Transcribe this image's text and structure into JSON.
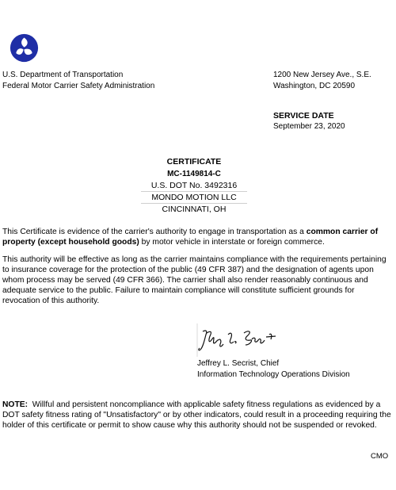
{
  "header": {
    "logo_icon": "usdot-logo-icon",
    "agency": [
      "U.S. Department of Transportation",
      "Federal Motor Carrier Safety Administration"
    ],
    "address": [
      "1200 New Jersey Ave., S.E.",
      "Washington, DC 20590"
    ]
  },
  "service": {
    "label": "SERVICE DATE",
    "date": "September 23, 2020"
  },
  "certificate": {
    "title": "CERTIFICATE",
    "number": "MC-1149814-C",
    "dot": "U.S. DOT No. 3492316",
    "company": "MONDO MOTION LLC",
    "location": "CINCINNATI, OH"
  },
  "body": {
    "p1_start": "This Certificate is evidence of the carrier's authority to engage in transportation as a ",
    "p1_bold": "common carrier of property (except household goods)",
    "p1_end": " by motor vehicle in interstate or foreign commerce.",
    "p2": "This authority will be effective as long as the carrier maintains compliance with the requirements pertaining to insurance coverage for the protection of the public (49 CFR 387) and the designation of agents upon whom process may be served (49 CFR 366). The carrier shall also render reasonably continuous and adequate service to the public. Failure to maintain compliance will constitute sufficient grounds for revocation of this authority."
  },
  "signature": {
    "handwritten": "Jeffrey L. Secrist",
    "name": "Jeffrey L. Secrist, Chief",
    "title": "Information Technology Operations Division"
  },
  "note": {
    "label": "NOTE:",
    "text": "  Willful and persistent noncompliance with applicable safety fitness regulations as evidenced by a DOT safety fitness rating of \"Unsatisfactory\" or by other indicators, could result in a proceeding requiring the holder of this certificate or permit to show cause why this authority should not be suspended or revoked."
  },
  "footer": {
    "code": "CMO"
  },
  "colors": {
    "logo_blue": "#1f2ea6",
    "rule_gray": "#cfcfcf"
  }
}
